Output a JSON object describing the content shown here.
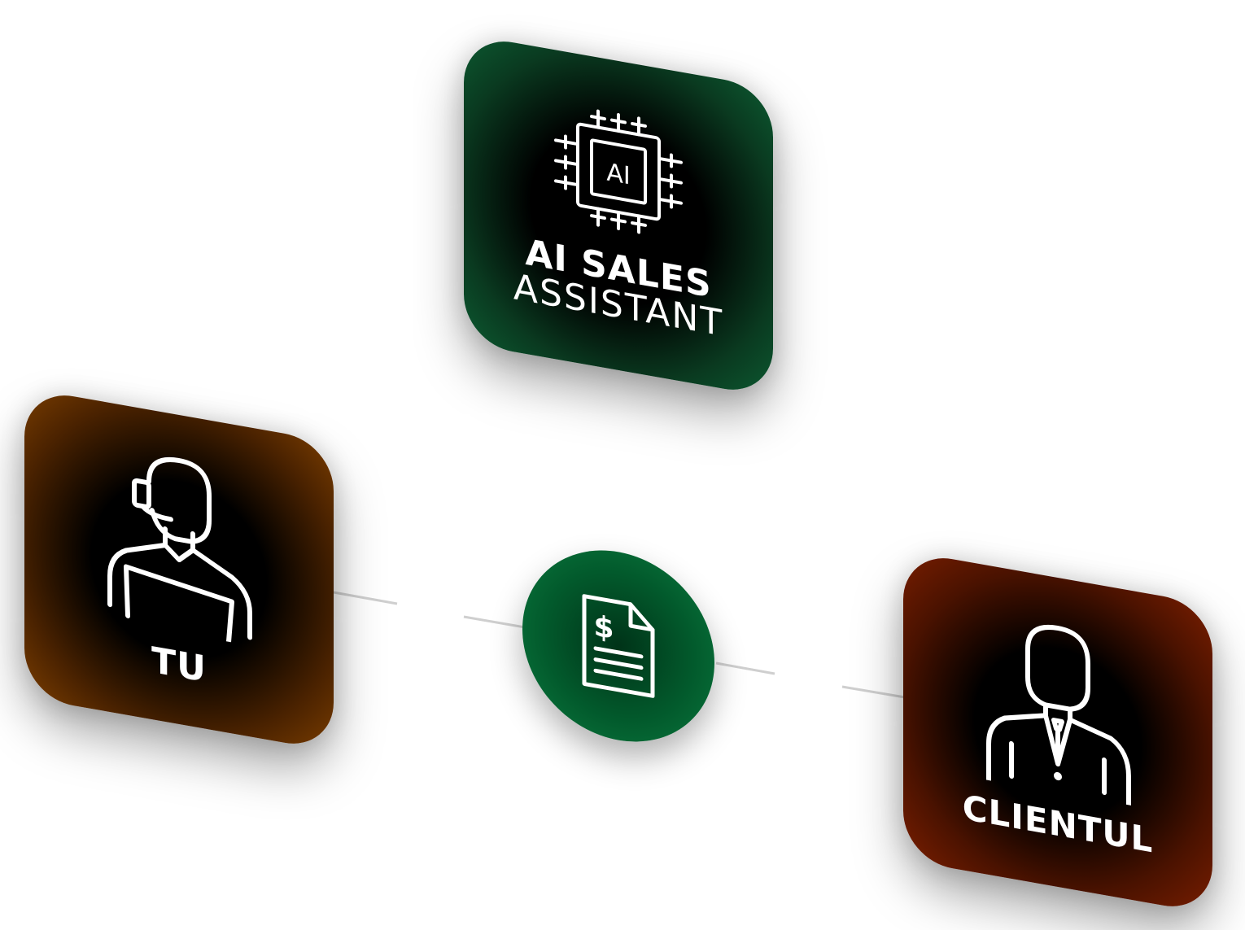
{
  "nodes": {
    "ai": {
      "title": "AI SALES",
      "subtitle": "ASSISTANT",
      "chip_text": "AI",
      "color": "#0c5a31"
    },
    "tu": {
      "label": "TU",
      "color": "#7a3d00"
    },
    "client": {
      "label": "CLIENTUL",
      "color": "#7a1e00"
    },
    "center": {
      "icon": "invoice-dollar-icon",
      "symbol": "$",
      "color": "#0b7a3f"
    }
  }
}
